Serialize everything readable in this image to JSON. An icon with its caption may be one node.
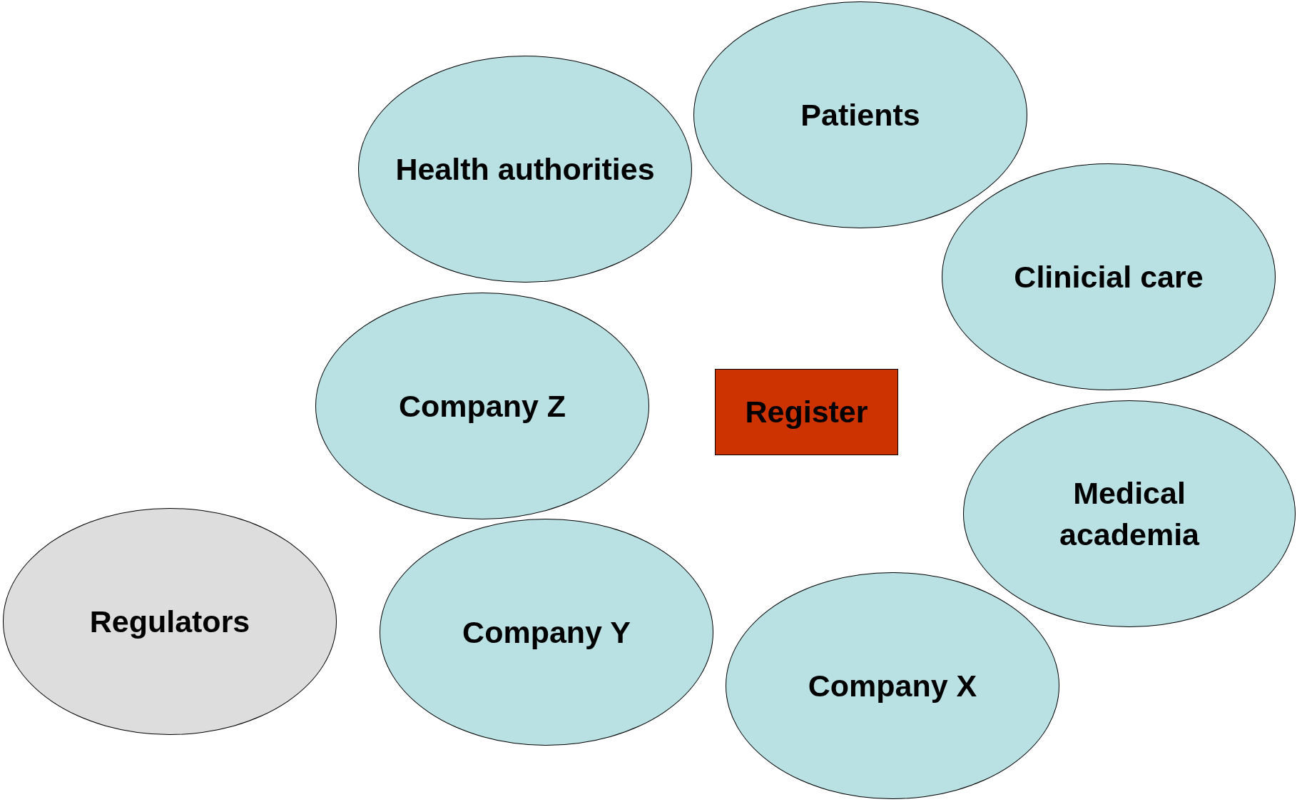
{
  "diagram": {
    "nodes": [
      {
        "text": [
          "Patients"
        ]
      },
      {
        "text": [
          "Health authorities"
        ]
      },
      {
        "text": [
          "Clinicial care"
        ]
      },
      {
        "text": [
          "Company Z"
        ]
      },
      {
        "text": [
          "Register"
        ]
      },
      {
        "text": [
          "Medical academia"
        ]
      },
      {
        "text": [
          "Regulators"
        ]
      },
      {
        "text": [
          "Company Y"
        ]
      },
      {
        "text": [
          "Company X"
        ]
      }
    ]
  }
}
